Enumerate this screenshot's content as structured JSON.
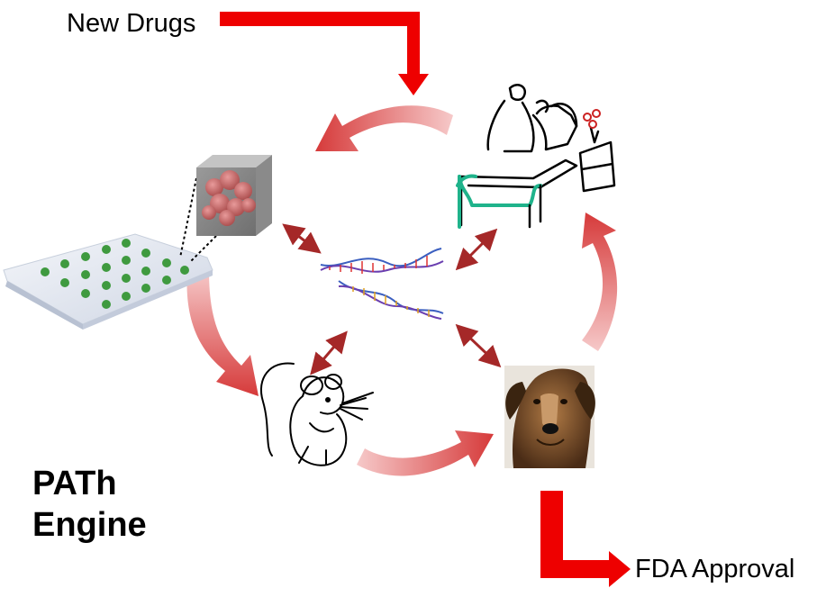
{
  "labels": {
    "new_drugs": "New Drugs",
    "fda_approval": "FDA Approval",
    "engine_line1": "PATh",
    "engine_line2": "Engine"
  },
  "nodes": [
    {
      "name": "cell-array-node",
      "icon": "microarray-plate-with-cell-cube-icon"
    },
    {
      "name": "patient-node",
      "icon": "patient-in-hospital-bed-icon"
    },
    {
      "name": "mouse-node",
      "icon": "mouse-icon"
    },
    {
      "name": "dog-node",
      "icon": "dog-icon"
    },
    {
      "name": "genome-node",
      "icon": "dna-double-helix-icon"
    }
  ],
  "colors": {
    "entry_exit_arrow": "#ee0000",
    "cycle_arrow": "#d94040",
    "cycle_arrow_light": "#f4bcbc",
    "double_arrow": "#a52828",
    "text": "#000000"
  }
}
